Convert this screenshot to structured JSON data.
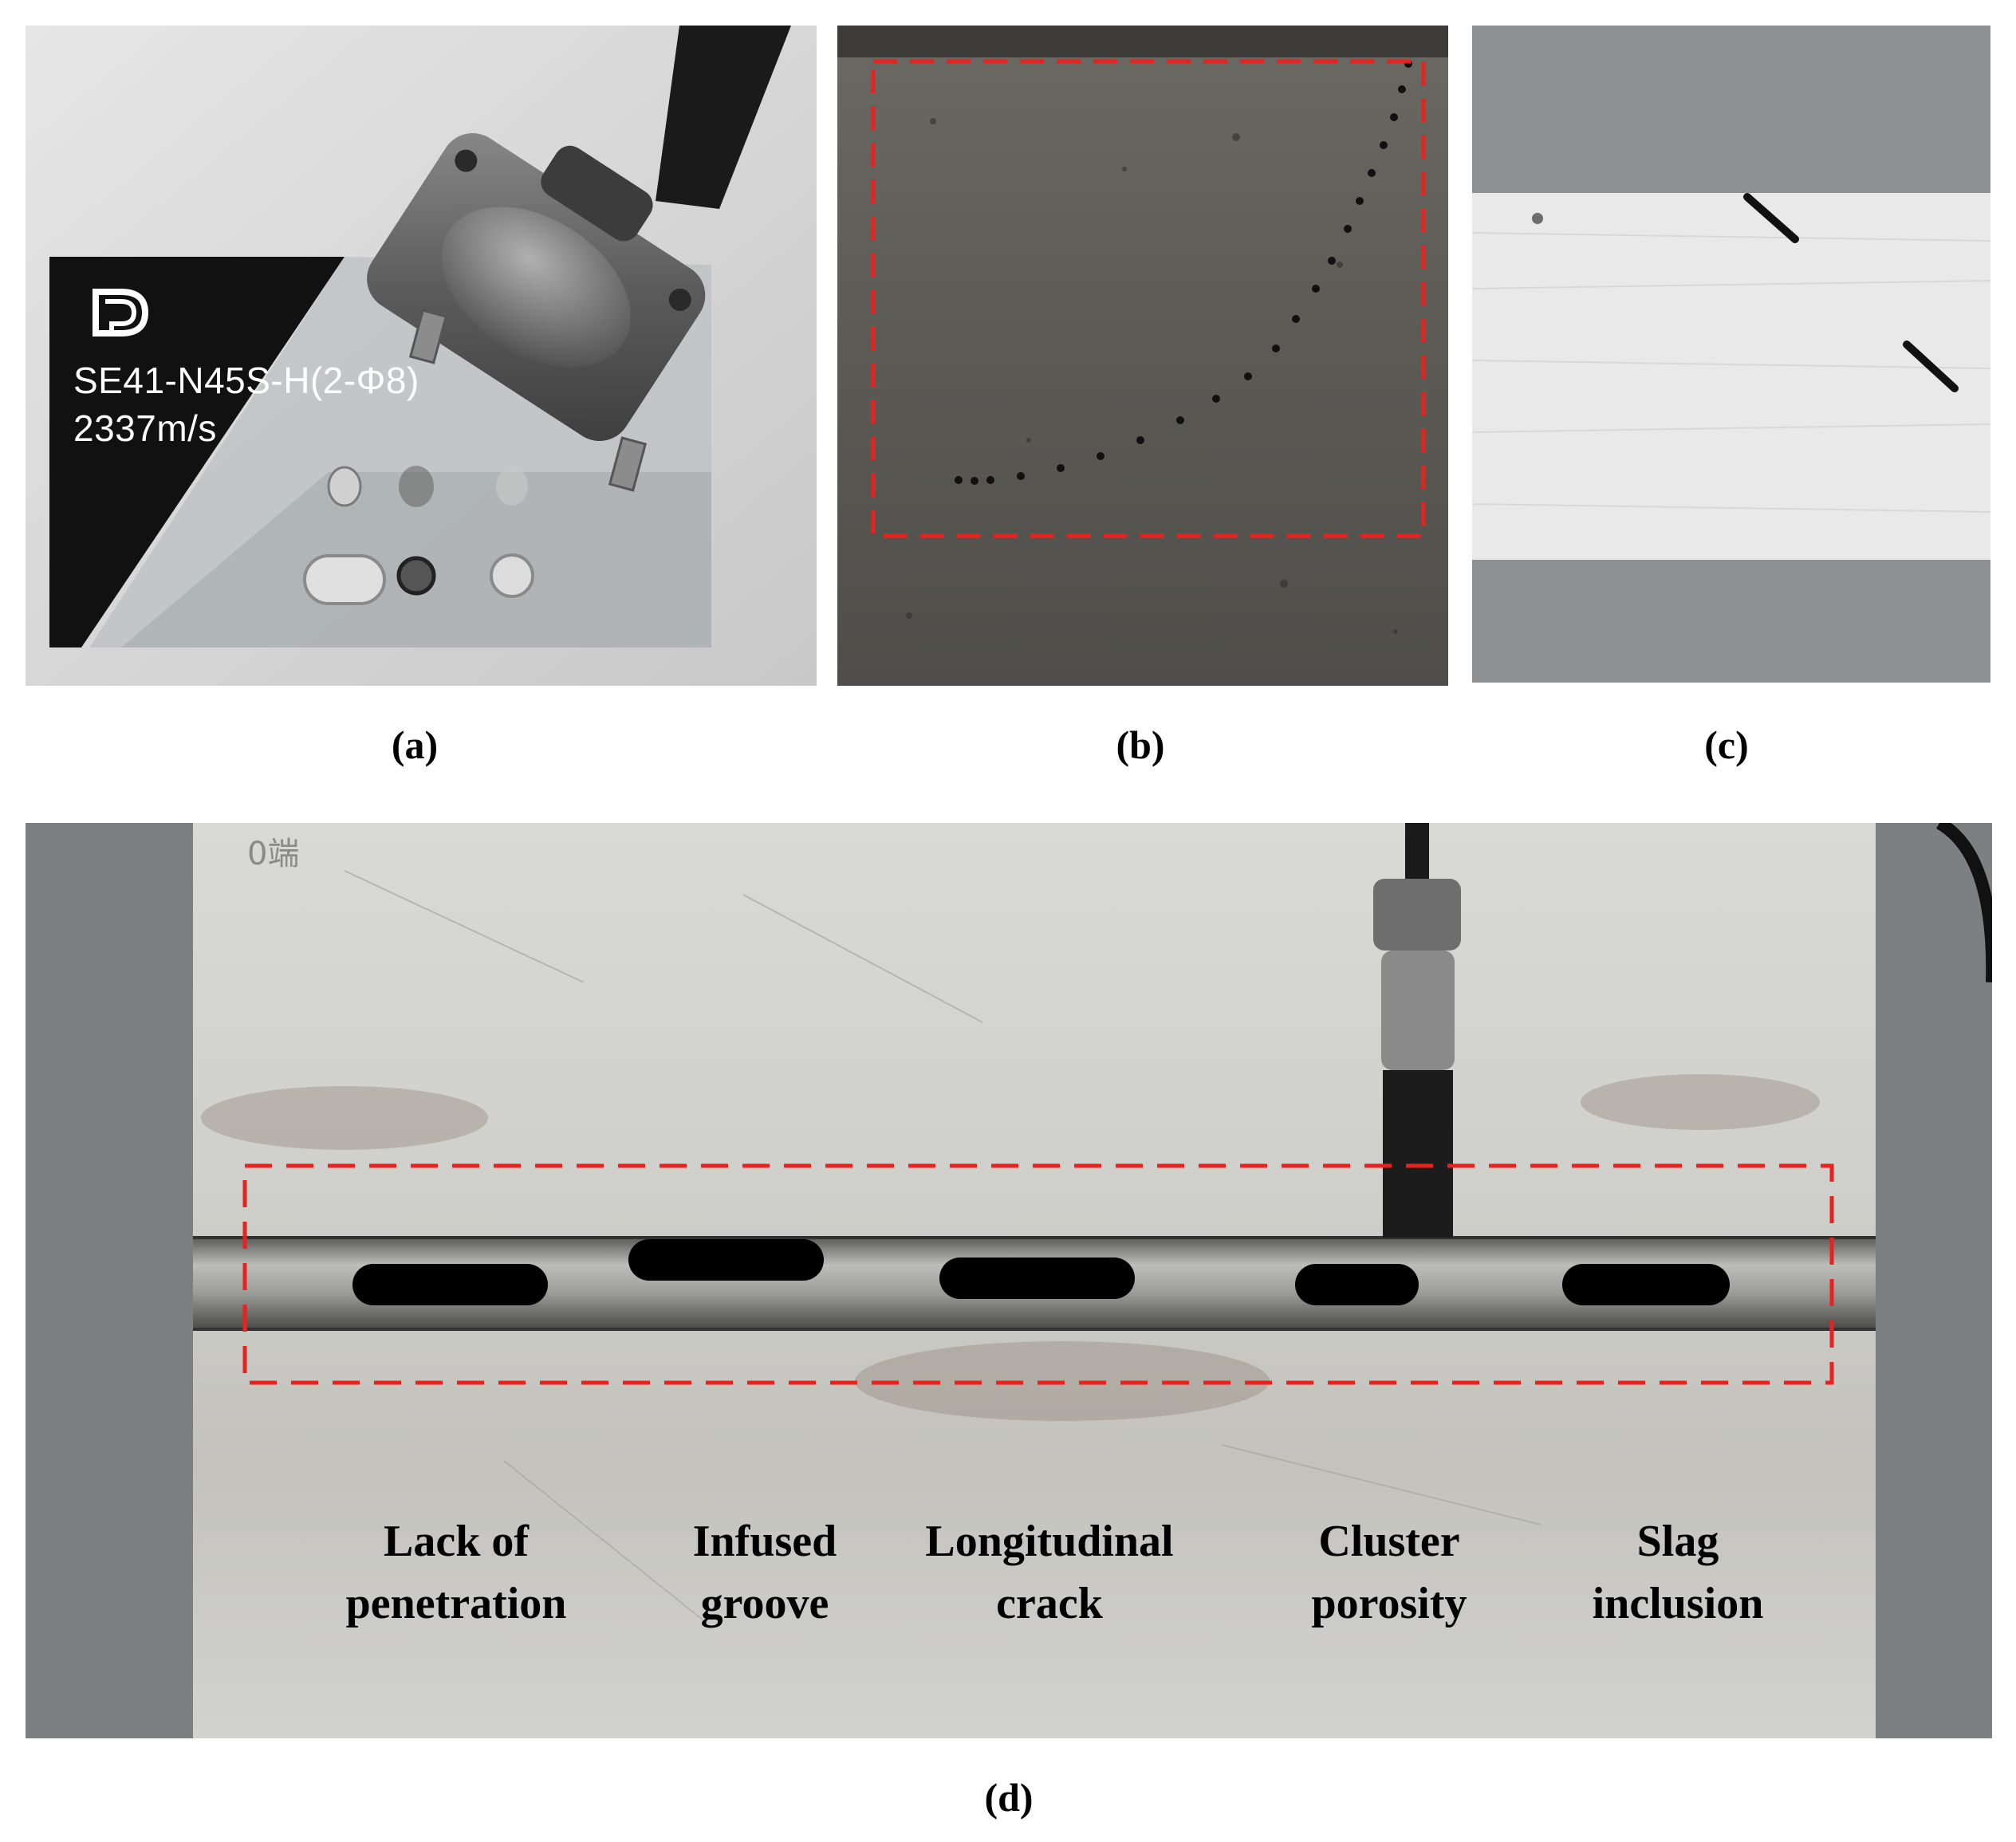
{
  "panels": {
    "a": {
      "caption": "(a)",
      "probe": {
        "logo": "DP",
        "model_text": "SE41-N45S-H(2-Φ8)",
        "speed_text": "2337m/s"
      }
    },
    "b": {
      "caption": "(b)",
      "highlight_color": "#e8231f"
    },
    "c": {
      "caption": "(c)"
    },
    "d": {
      "caption": "(d)",
      "corner_marking": "0端",
      "highlight_color": "#e8231f",
      "defects": [
        {
          "line1": "Lack of",
          "line2": "penetration"
        },
        {
          "line1": "Infused",
          "line2": "groove"
        },
        {
          "line1": "Longitudinal",
          "line2": "crack"
        },
        {
          "line1": "Cluster",
          "line2": "porosity"
        },
        {
          "line1": "Slag",
          "line2": "inclusion"
        }
      ]
    }
  }
}
